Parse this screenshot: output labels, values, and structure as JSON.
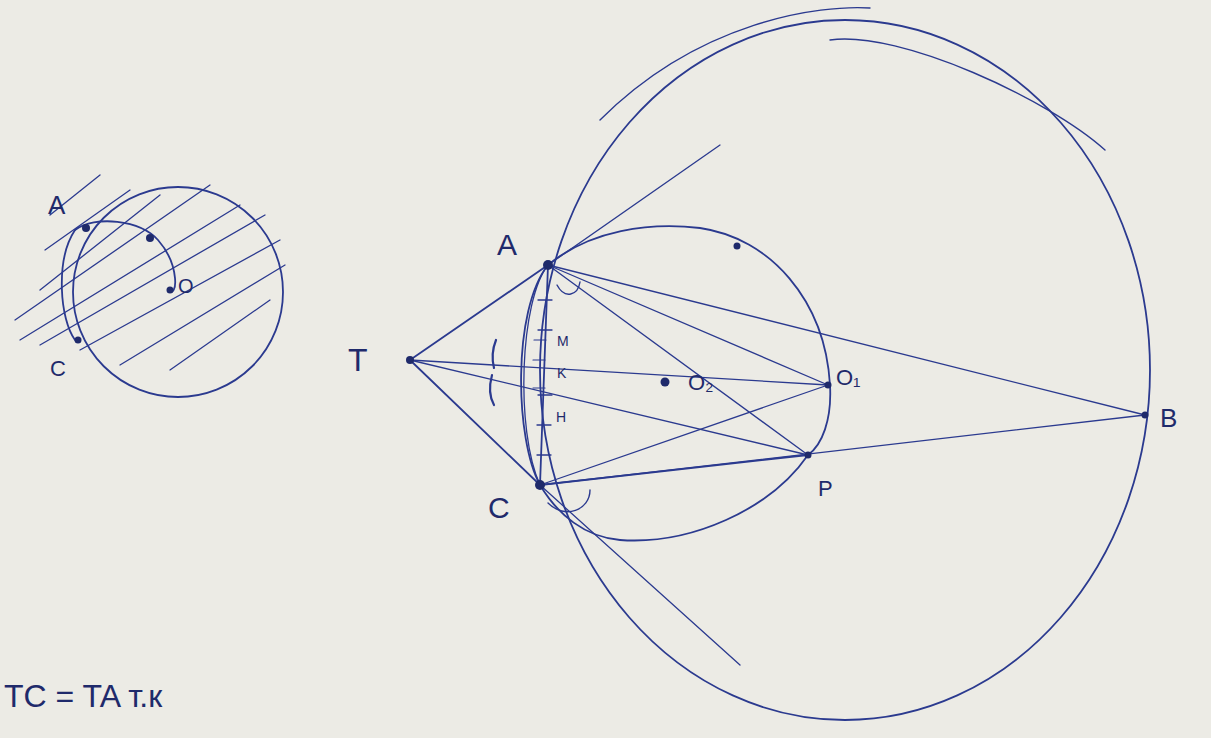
{
  "diagram": {
    "labels": [
      "A",
      "O",
      "C",
      "T",
      "A",
      "M",
      "K",
      "H",
      "O₂",
      "O₁",
      "C",
      "P",
      "B",
      "TC = TA т.к"
    ]
  }
}
